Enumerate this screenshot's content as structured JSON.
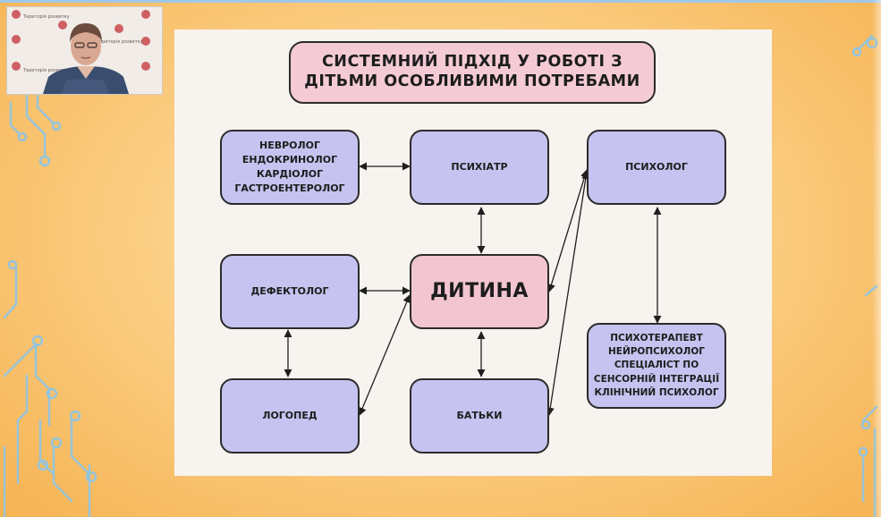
{
  "slide": {
    "title_lines": [
      "СИСТЕМНИЙ ПІДХІД У РОБОТІ З",
      "ДІТЬМИ ОСОБЛИВИМИ ПОТРЕБАМИ"
    ],
    "nodes": {
      "medical": [
        "НЕВРОЛОГ",
        "ЕНДОКРИНОЛОГ",
        "КАРДІОЛОГ",
        "ГАСТРОЕНТЕРОЛОГ"
      ],
      "psychiatrist": "ПСИХІАТР",
      "psychologist": "ПСИХОЛОГ",
      "defectologist": "ДЕФЕКТОЛОГ",
      "child": "ДИТИНА",
      "specialists": [
        "ПСИХОТЕРАПЕВТ",
        "НЕЙРОПСИХОЛОГ",
        "СПЕЦІАЛІСТ ПО",
        "СЕНСОРНІЙ ІНТЕГРАЦІЇ",
        "КЛІНІЧНИЙ ПСИХОЛОГ"
      ],
      "speech_therapist": "ЛОГОПЕД",
      "parents": "БАТЬКИ"
    }
  },
  "webcam": {
    "backdrop_text": [
      "Територія розвитку",
      "Територія розвитку",
      "Територія розвитку"
    ]
  },
  "colors": {
    "node_fill": "#c6c3f0",
    "center_fill": "#f2c5d0",
    "title_fill": "#f4cbd5",
    "slide_bg": "#f7f4ef",
    "background_orange": "#f6b352",
    "circuit_blue": "#8ec5e6"
  }
}
